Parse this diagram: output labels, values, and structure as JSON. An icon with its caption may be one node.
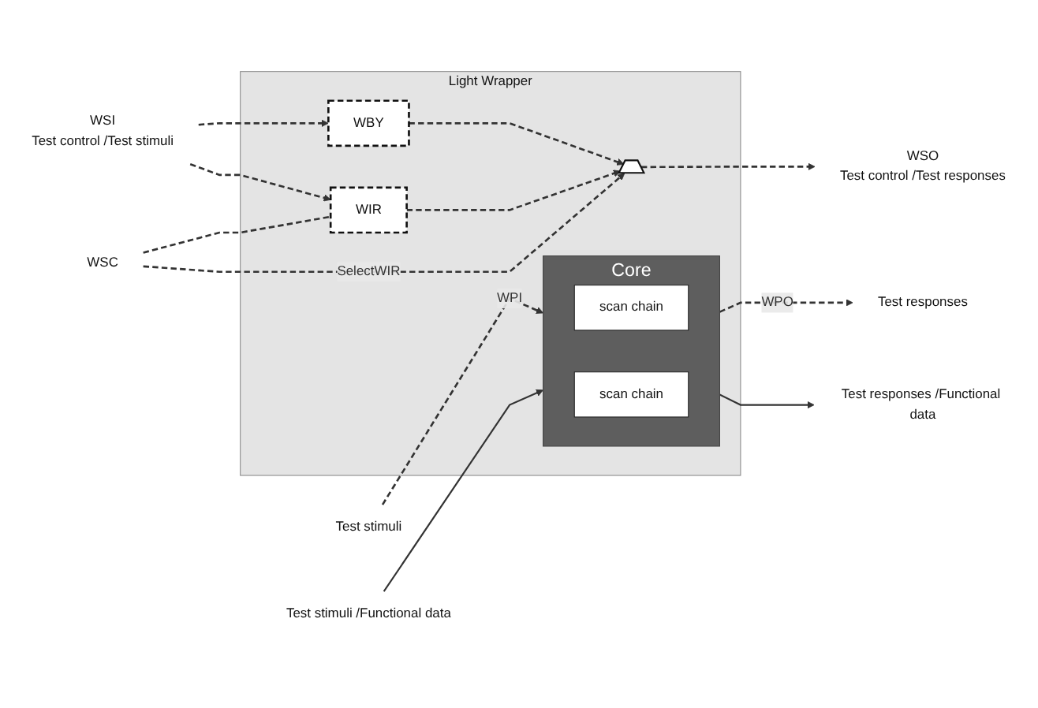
{
  "diagram": {
    "nodes": [
      {
        "text": [
          "Light Wrapper"
        ]
      },
      {
        "text": [
          "Core"
        ],
        "in": 0
      },
      {
        "text": [
          "scan chain"
        ],
        "in": 1
      },
      {
        "text": [
          "scan chain"
        ],
        "in": 1
      },
      {
        "text": [
          "WBY"
        ],
        "in": 0
      },
      {
        "text": [
          "WIR"
        ],
        "in": 0
      },
      {
        "text": [],
        "shape": "trapezoid",
        "in": 0
      },
      {
        "text": [
          "Test stimuli"
        ]
      },
      {
        "text": [
          "Test responses"
        ]
      },
      {
        "text": [
          "Test stimuli /Functional data"
        ]
      },
      {
        "text": [
          "Test responses /Functional data"
        ]
      },
      {
        "text": [
          "WSI"
        ],
        "beside": [
          "Test control /Test stimuli"
        ]
      },
      {
        "text": [
          "WSO"
        ],
        "beside": [
          "Test control /Test responses"
        ]
      },
      {
        "text": [
          "WSC"
        ]
      }
    ],
    "edges": [
      {
        "from": 7,
        "to": 1,
        "arrow": "to",
        "label": "WPI",
        "style": "dashed"
      },
      {
        "from": 1,
        "to": 8,
        "arrow": "to",
        "label": "WPO",
        "style": "dashed"
      },
      {
        "from": 9,
        "to": 1,
        "arrow": "to"
      },
      {
        "from": 1,
        "to": 10,
        "arrow": "to"
      },
      {
        "from": 11,
        "to": 4,
        "arrow": "to",
        "style": "dashed"
      },
      {
        "from": 11,
        "to": 5,
        "arrow": "to",
        "style": "dashed"
      },
      {
        "from": 4,
        "to": 6,
        "arrow": "to",
        "style": "dashed"
      },
      {
        "from": 5,
        "to": 6,
        "arrow": "to",
        "style": "dashed"
      },
      {
        "from": 6,
        "to": 12,
        "arrow": "to",
        "style": "dashed"
      },
      {
        "from": 13,
        "to": 5,
        "arrow": "none",
        "style": "dashed"
      },
      {
        "from": 13,
        "to": 6,
        "arrow": "to",
        "label": "SelectWIR",
        "style": "dashed"
      }
    ]
  }
}
